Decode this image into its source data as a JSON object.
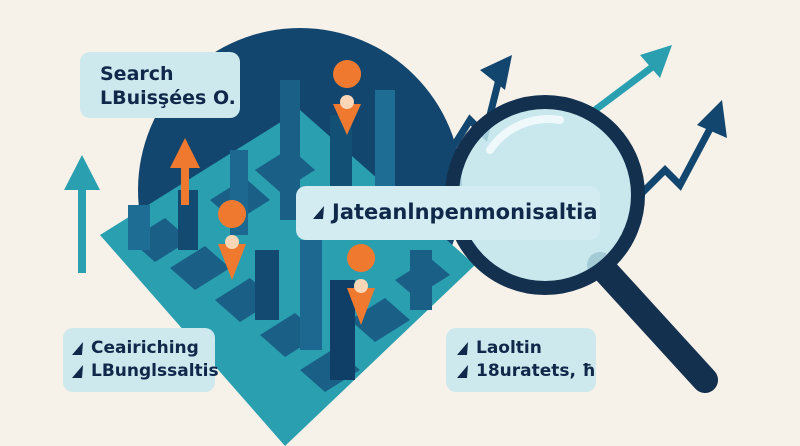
{
  "labels": {
    "top_left": {
      "line1": "Search",
      "line2": "LBuisşées O."
    },
    "center": {
      "line1": "Jateanlnpenmonisaltia"
    },
    "bottom_left": {
      "line1": "Ceairiching",
      "line2": "LBunglssaltis"
    },
    "bottom_right": {
      "line1": "Laoltin",
      "line2": "18uratets, ħ"
    }
  },
  "colors": {
    "navy": "#13466e",
    "teal": "#2a9fb0",
    "orange": "#ef7a2f",
    "background": "#f6f2ea"
  }
}
